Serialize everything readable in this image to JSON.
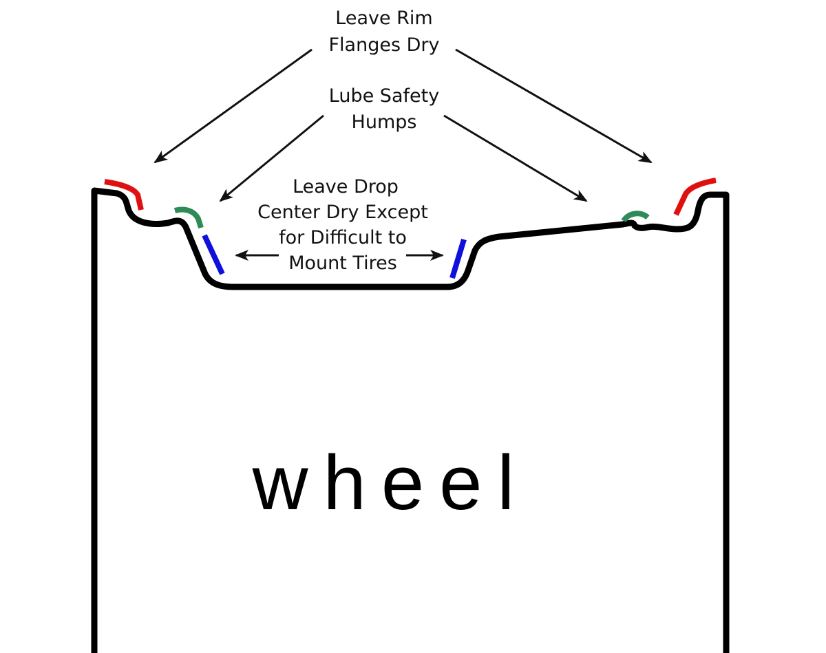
{
  "labels": {
    "rim_flanges_line1": "Leave Rim",
    "rim_flanges_line2": "Flanges Dry",
    "safety_humps_line1": "Lube Safety",
    "safety_humps_line2": "Humps",
    "drop_center_line1": "Leave Drop",
    "drop_center_line2": "Center Dry Except",
    "drop_center_line3": "for Difficult to",
    "drop_center_line4": "Mount Tires",
    "wheel": "wheel"
  },
  "colors": {
    "rim_flange_mark": "#e01010",
    "safety_hump_mark": "#2e8b57",
    "drop_center_mark": "#1010dd",
    "rim_outline": "#000000"
  }
}
